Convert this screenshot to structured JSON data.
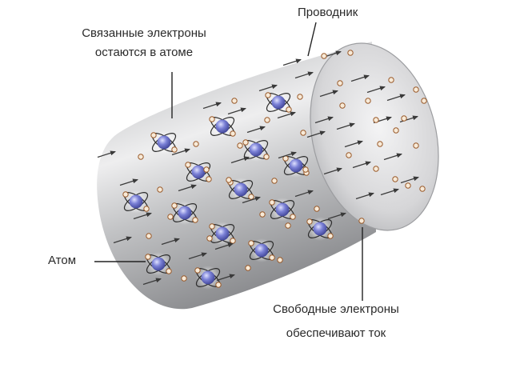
{
  "labels": {
    "conductor": "Проводник",
    "bound_line1": "Связанные электроны",
    "bound_line2": "остаются в атоме",
    "atom": "Атом",
    "free_line1": "Свободные электроны",
    "free_line2": "обеспечивают ток"
  },
  "colors": {
    "background": "#ffffff",
    "cylinder_body": "#a9aaac",
    "cylinder_highlight": "#e4e4e6",
    "cylinder_face": "#d2d2d4",
    "nucleus": "#6a6fc4",
    "orbit": "#2d2d2d",
    "electron_fill": "#f7ead8",
    "electron_stroke": "#9a5a2a",
    "arrow": "#3a3a3a",
    "leader": "#222222",
    "text": "#2a2a2a"
  }
}
